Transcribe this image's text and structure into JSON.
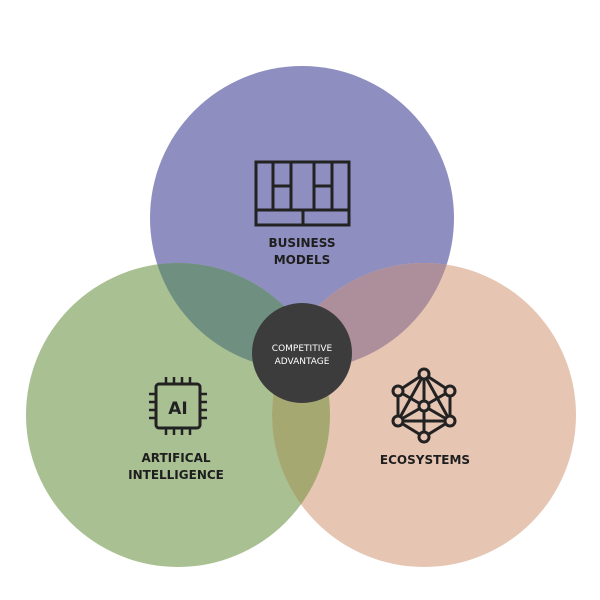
{
  "colors": {
    "business_models": "#8e8fc0",
    "artificial_intelligence": "#a9c093",
    "ecosystems": "#e6c5b2",
    "overlap_bm_ai": "#6f8f80",
    "overlap_bm_eco": "#ad8f9b",
    "overlap_ai_eco": "#a6a872",
    "center": "#3c3c3c"
  },
  "circles": {
    "business_models": {
      "line1": "BUSINESS",
      "line2": "MODELS",
      "icon": "business-model-canvas-icon"
    },
    "artificial_intelligence": {
      "line1": "ARTIFICAL",
      "line2": "INTELLIGENCE",
      "icon": "ai-chip-icon",
      "icon_text": "AI"
    },
    "ecosystems": {
      "line1": "ECOSYSTEMS",
      "icon": "network-icon"
    }
  },
  "center": {
    "line1": "COMPETITIVE",
    "line2": "ADVANTAGE"
  }
}
